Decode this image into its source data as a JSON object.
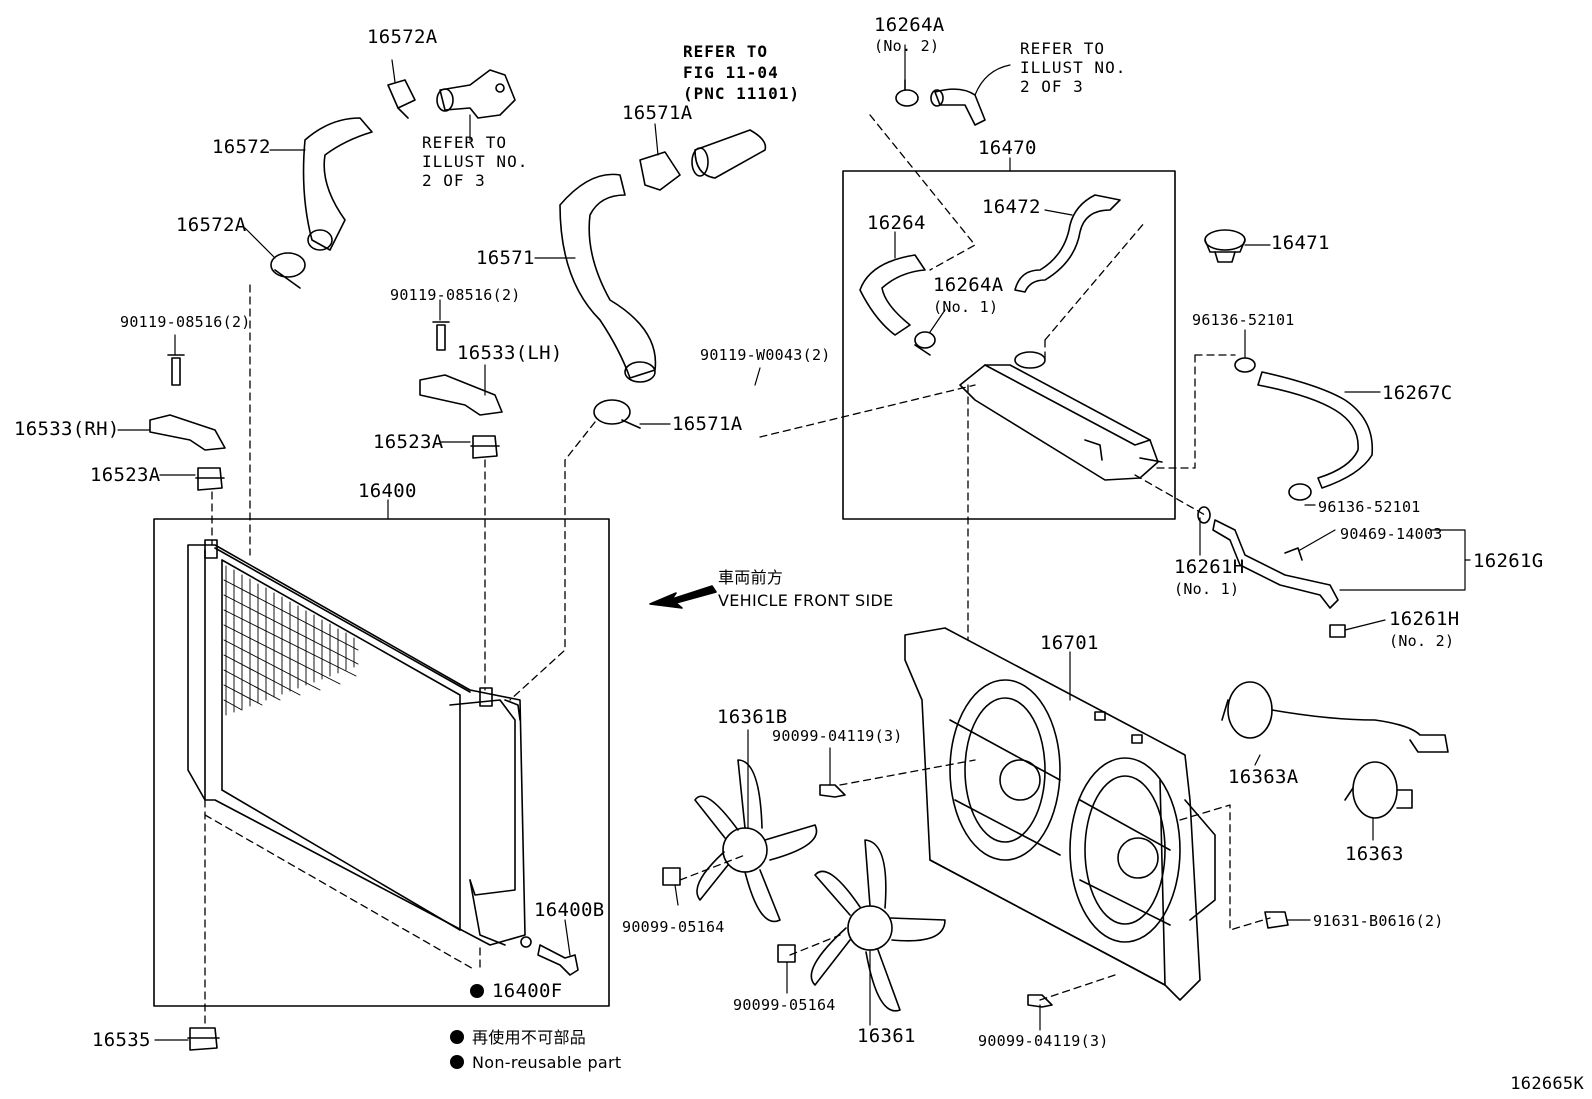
{
  "diagram": {
    "parts": {
      "p16572A_top": "16572A",
      "p16572": "16572",
      "p16572A_low": "16572A",
      "p16571A_top": "16571A",
      "p16571": "16571",
      "p16571A_low": "16571A",
      "p90119_08516_rh": "90119-08516(2)",
      "p16533_rh": "16533(RH)",
      "p16523A_rh": "16523A",
      "p90119_08516_lh": "90119-08516(2)",
      "p16533_lh": "16533(LH)",
      "p16523A_lh": "16523A",
      "p16400": "16400",
      "p16400B": "16400B",
      "p16400F": "16400F",
      "p16535": "16535",
      "p90119_W0043": "90119-W0043(2)",
      "p16264A_top": "16264A",
      "p16264A_top_sub": "(No. 2)",
      "p16470": "16470",
      "p16472": "16472",
      "p16264": "16264",
      "p16264A_mid": "16264A",
      "p16264A_mid_sub": "(No. 1)",
      "p16471": "16471",
      "p96136_top": "96136-52101",
      "p16267C": "16267C",
      "p96136_low": "96136-52101",
      "p90469": "90469-14003",
      "p16261G": "16261G",
      "p16261H_1": "16261H",
      "p16261H_1_sub": "(No. 1)",
      "p16261H_2": "16261H",
      "p16261H_2_sub": "(No. 2)",
      "p16701": "16701",
      "p16361B": "16361B",
      "p90099_04119_top": "90099-04119(3)",
      "p90099_05164_a": "90099-05164",
      "p90099_05164_b": "90099-05164",
      "p16361": "16361",
      "p90099_04119_low": "90099-04119(3)",
      "p16363A": "16363A",
      "p16363": "16363",
      "p91631": "91631-B0616(2)"
    },
    "notes": {
      "refer_thermo_1": "REFER TO",
      "refer_thermo_2": "ILLUST NO.",
      "refer_thermo_3": "2 OF 3",
      "refer_fig_1": "REFER TO",
      "refer_fig_2": "FIG 11-04",
      "refer_fig_3": "(PNC 11101)",
      "refer_top_1": "REFER TO",
      "refer_top_2": "ILLUST NO.",
      "refer_top_3": "2 OF 3",
      "vehicle_front_jp": "車両前方",
      "vehicle_front_en": "VEHICLE FRONT SIDE"
    },
    "legend": {
      "nonreusable_jp": "再使用不可部品",
      "nonreusable_en": "Non-reusable part"
    },
    "figure_id": "162665K"
  }
}
